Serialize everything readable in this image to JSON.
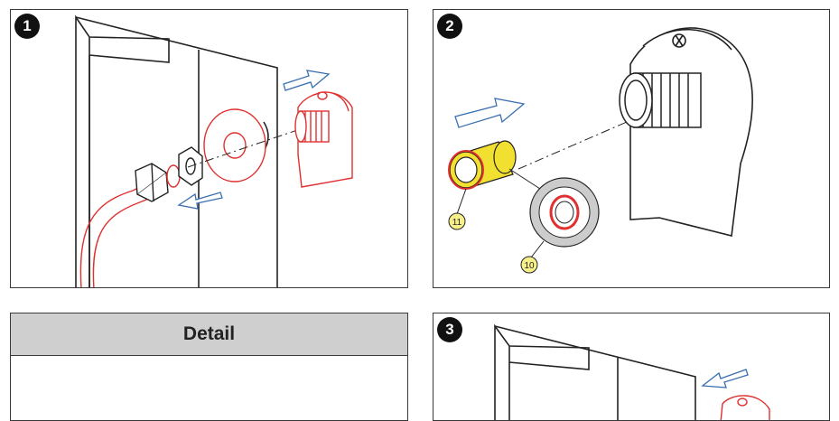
{
  "panels": {
    "step1": {
      "number": "1"
    },
    "step2": {
      "number": "2",
      "callouts": [
        {
          "label": "11"
        },
        {
          "label": "10"
        }
      ]
    },
    "detail": {
      "title": "Detail"
    },
    "step3": {
      "number": "3"
    }
  },
  "colors": {
    "outline": "#222222",
    "highlight_red": "#e03030",
    "arrow_blue": "#3a6fb0",
    "part_yellow": "#f2e030",
    "callout_yellow": "#f7ef8a",
    "detail_gray": "#cfcfcf",
    "magnifier_gray": "#cccccc"
  }
}
